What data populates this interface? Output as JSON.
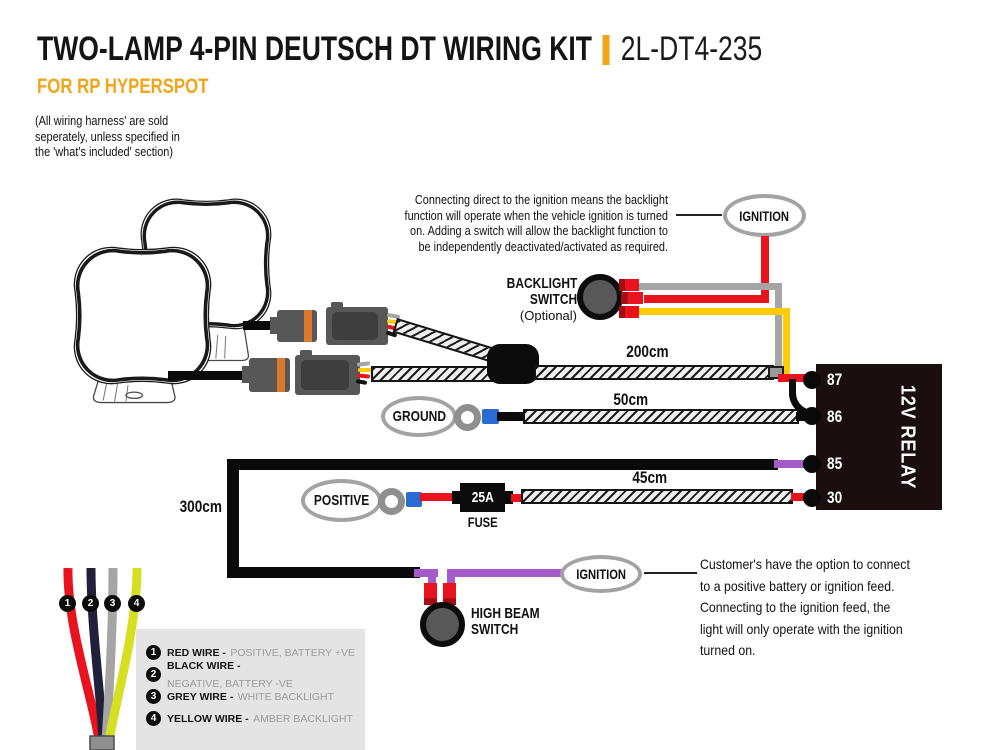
{
  "header": {
    "title": "TWO-LAMP 4-PIN DEUTSCH DT WIRING KIT",
    "model": "2L-DT4-235",
    "subtitle": "FOR RP HYPERSPOT",
    "note_lines": [
      "(All wiring harness' are sold",
      "seperately, unless specified in",
      "the 'what's included' section)"
    ]
  },
  "annotations": {
    "ignition_note_lines": [
      "Connecting direct to the ignition means the backlight",
      "function will operate when the vehicle ignition is turned",
      "on. Adding a switch will allow the backlight function to",
      "be independently deactivated/activated as required."
    ],
    "customer_note_lines": [
      "Customer's have the option to connect",
      "to a positive battery or ignition feed.",
      "Connecting to the ignition feed, the",
      "light will only operate with the ignition",
      "turned on."
    ]
  },
  "labels": {
    "ignition_top": "IGNITION",
    "ignition_bottom": "IGNITION",
    "backlight_switch": [
      "BACKLIGHT",
      "SWITCH"
    ],
    "backlight_optional": "(Optional)",
    "high_beam_switch": [
      "HIGH BEAM",
      "SWITCH"
    ],
    "ground": "GROUND",
    "positive": "POSITIVE",
    "fuse_rating": "25A",
    "fuse": "FUSE",
    "relay": "12V RELAY",
    "relay_pins": [
      "87",
      "86",
      "85",
      "30"
    ],
    "cable_lengths": {
      "main": "200cm",
      "ground": "50cm",
      "fuse": "45cm",
      "battery": "300cm"
    }
  },
  "legend": {
    "items": [
      {
        "num": "1",
        "name": "RED WIRE -",
        "desc": "POSITIVE, BATTERY +VE"
      },
      {
        "num": "2",
        "name": "BLACK WIRE -",
        "desc": "NEGATIVE, BATTERY -VE"
      },
      {
        "num": "3",
        "name": "GREY WIRE -",
        "desc": "WHITE BACKLIGHT"
      },
      {
        "num": "4",
        "name": "YELLOW WIRE -",
        "desc": "AMBER BACKLIGHT"
      }
    ]
  },
  "colors": {
    "accent_orange": "#F2A51B",
    "wire_red": "#E8131C",
    "wire_red_dark": "#A30D12",
    "wire_yellow": "#FFCB05",
    "wire_grey": "#A5A5A5",
    "wire_purple": "#A55BC8",
    "wire_navy": "#20203A",
    "wire_yellow_green": "#D7DF23",
    "terminal_blue": "#2A6BD2",
    "relay_bg": "#1B0E0E",
    "legend_bg": "#E4E4E4",
    "connector_grey": "#575757",
    "connector_dark": "#3E3E3E",
    "connector_orange": "#D9782E",
    "switch_grey": "#585858",
    "oval_border": "#A3A3A3",
    "ring_grey": "#8F8F8F",
    "legend_desc_grey": "#9B9B9B",
    "ink": "#111111"
  }
}
